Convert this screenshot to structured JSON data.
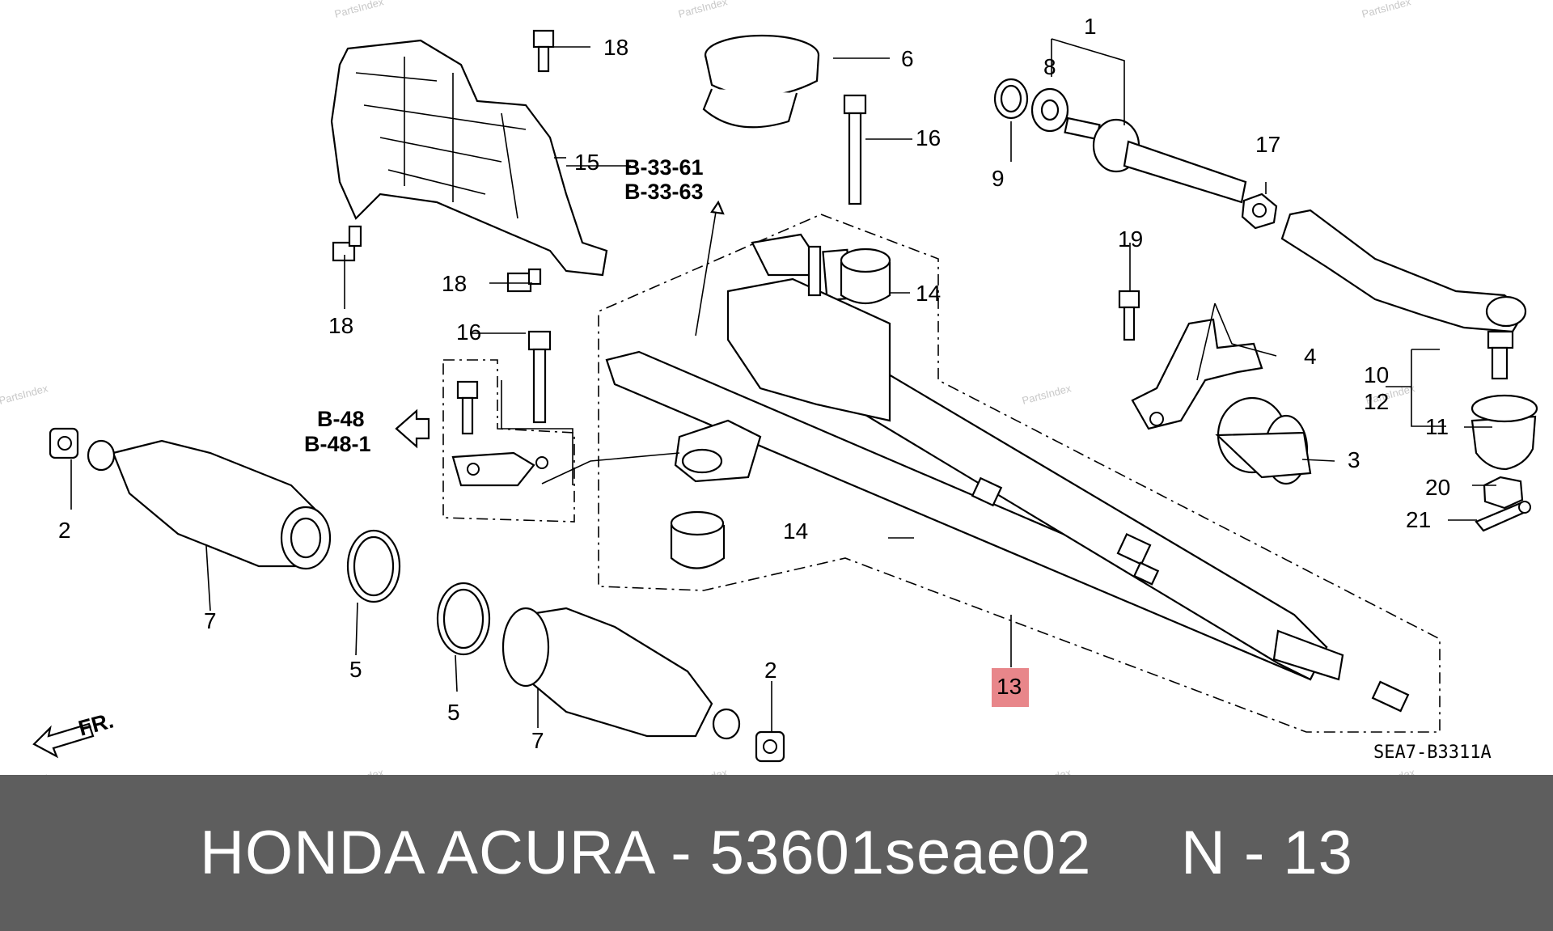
{
  "watermark": "PartsIndex",
  "footer": {
    "brand": "HONDA ACURA",
    "sep": " - ",
    "part_number": "53601seae02",
    "gap": "     ",
    "ref": "N - 13"
  },
  "diagram_code": "SEA7-B3311A",
  "highlight_color": "#e8868a",
  "front_arrow": "FR.",
  "references": {
    "b33_61": "B-33-61",
    "b33_63": "B-33-63",
    "b48": "B-48",
    "b48_1": "B-48-1"
  },
  "callouts": {
    "c1": "1",
    "c2a": "2",
    "c2b": "2",
    "c3": "3",
    "c4": "4",
    "c5a": "5",
    "c5b": "5",
    "c6": "6",
    "c7a": "7",
    "c7b": "7",
    "c8": "8",
    "c9": "9",
    "c10": "10",
    "c11": "11",
    "c12": "12",
    "c13": "13",
    "c14a": "14",
    "c14b": "14",
    "c15": "15",
    "c16a": "16",
    "c16b": "16",
    "c17": "17",
    "c18a": "18",
    "c18b": "18",
    "c18c": "18",
    "c19": "19",
    "c20": "20",
    "c21": "21"
  }
}
